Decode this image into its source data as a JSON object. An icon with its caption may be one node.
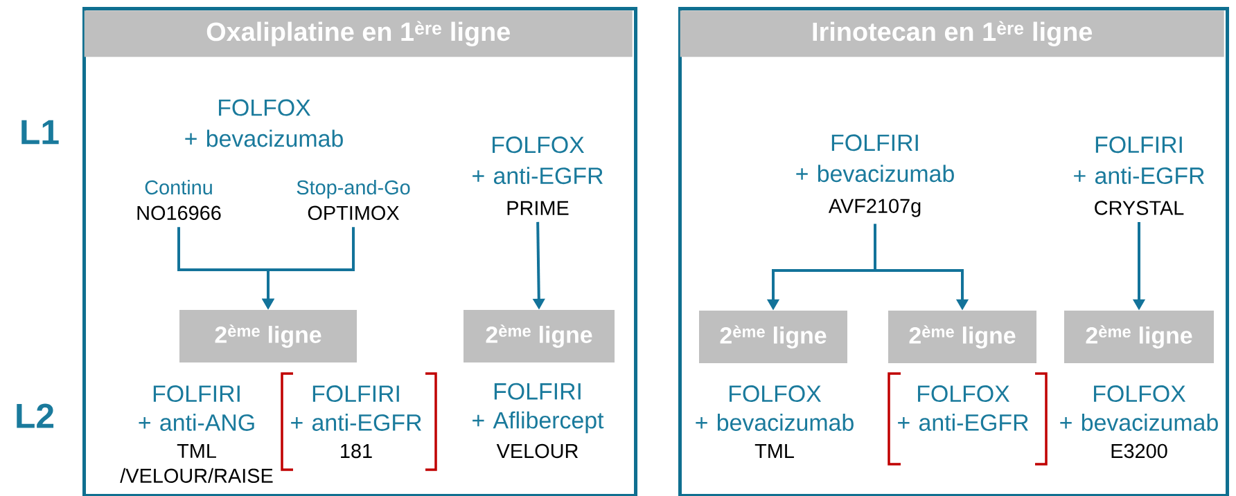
{
  "diagram": {
    "nodes": [
      {
        "text": [
          "Oxaliplatine en 1$^{ère}$ ligne"
        ]
      },
      {
        "text": [
          "Continu",
          "NO16966"
        ],
        "in": 0
      },
      {
        "text": [
          "Stop-and-Go",
          "OPTIMOX"
        ],
        "in": 0
      },
      {
        "text": [
          "FOLFOX + anti-EGFR",
          "PRIME"
        ],
        "in": 0
      },
      {
        "text": [
          "2$^{ème}$ ligne"
        ],
        "in": 0
      },
      {
        "text": [
          "2$^{ème}$ ligne"
        ],
        "in": 0
      },
      {
        "text": [
          "Irinotecan en 1$^{ère}$ ligne"
        ]
      },
      {
        "text": [
          "FOLFIRI + bevacizumab",
          "AVF2107g"
        ],
        "in": 6
      },
      {
        "text": [
          "FOLFIRI + anti-EGFR",
          "CRYSTAL"
        ],
        "in": 6
      },
      {
        "text": [
          "2$^{ème}$ ligne"
        ],
        "in": 6
      },
      {
        "text": [
          "2$^{ème}$ ligne"
        ],
        "in": 6
      },
      {
        "text": [
          "2$^{ème}$ ligne"
        ],
        "in": 6
      }
    ],
    "edges": [
      {
        "from": 1,
        "to": 4,
        "arrow": "to"
      },
      {
        "from": 2,
        "to": 4,
        "arrow": "to"
      },
      {
        "from": 3,
        "to": 5,
        "arrow": "to"
      },
      {
        "from": 7,
        "to": 9,
        "arrow": "to"
      },
      {
        "from": 7,
        "to": 10,
        "arrow": "to"
      },
      {
        "from": 8,
        "to": 11,
        "arrow": "to"
      }
    ],
    "labels": [
      "L1",
      "FOLFOX + bevacizumab",
      "L2",
      "FOLFIRI + anti-ANG",
      "TML /VELOUR/RAISE",
      "FOLFIRI + anti-EGFR",
      "181",
      "FOLFIRI + Aflibercept",
      "VELOUR",
      "FOLFOX + bevacizumab",
      "TML",
      "FOLFOX + anti-EGFR",
      "FOLFOX + bevacizumab",
      "E3200"
    ]
  }
}
